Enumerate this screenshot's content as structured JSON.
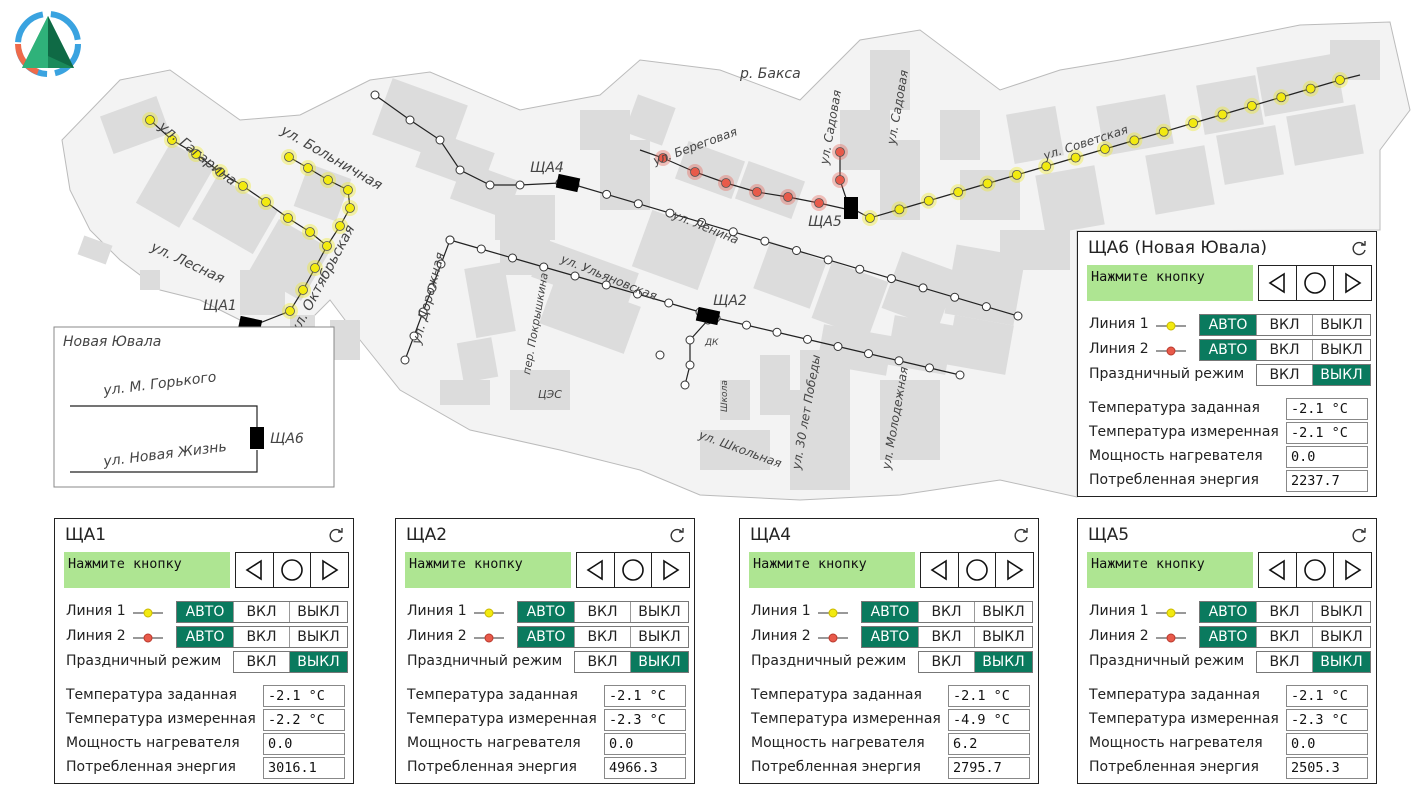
{
  "map_labels": {
    "river": "р. Бакса",
    "gagarina": "ул. Гагарина",
    "bolnichnaya": "ул. Больничная",
    "lesnaya": "ул. Лесная",
    "oktyabrskaya": "ул. Октябрьская",
    "dorozhnaya": "ул. Дорожная",
    "pokryshkina": "пер. Покрышкина",
    "tses": "ЦЭС",
    "ulyanovskaya": "ул. Ульяновская",
    "lenina": "ул. Ленина",
    "beregovaya": "ул. Береговая",
    "sadovaya1": "ул. Садовая",
    "sadovaya2": "ул. Садовая",
    "sovetskaya": "ул. Советская",
    "shkolnaya": "ул. Школьная",
    "pobedy": "ул. 30 лет Победы",
    "molodezhnaya": "ул. Молодежная",
    "dk": "ДК",
    "shkola": "Школа",
    "sha1": "ЩА1",
    "sha2": "ЩА2",
    "sha4": "ЩА4",
    "sha5": "ЩА5"
  },
  "inset": {
    "title": "Новая Ювала",
    "street1": "ул. М. Горького",
    "street2": "ул. Новая Жизнь",
    "box": "ЩА6"
  },
  "colors": {
    "line1": "#f2ea10",
    "line2": "#e85a4a",
    "active": "#0a7a5e",
    "prompt": "#aee592"
  },
  "common": {
    "prompt": "Нажмите кнопку",
    "line1": "Линия 1",
    "line2": "Линия 2",
    "holiday": "Праздничный режим",
    "auto": "АВТО",
    "on": "ВКЛ",
    "off": "ВЫКЛ",
    "t_set": "Температура заданная",
    "t_meas": "Температура измеренная",
    "power": "Мощность нагревателя",
    "energy": "Потребленная энергия",
    "nav_icons": [
      "prev-icon",
      "stop-icon",
      "next-icon"
    ],
    "refresh_icon": "refresh-icon"
  },
  "panels": [
    {
      "title": "ЩА6 (Новая Ювала)",
      "line1_mode": "АВТО",
      "line2_mode": "АВТО",
      "holiday": "ВЫКЛ",
      "t_set": "-2.1 °C",
      "t_meas": "-2.1 °C",
      "power": "0.0",
      "energy": "2237.7"
    },
    {
      "title": "ЩА1",
      "line1_mode": "АВТО",
      "line2_mode": "АВТО",
      "holiday": "ВЫКЛ",
      "t_set": "-2.1 °C",
      "t_meas": "-2.2 °C",
      "power": "0.0",
      "energy": "3016.1"
    },
    {
      "title": "ЩА2",
      "line1_mode": "АВТО",
      "line2_mode": "АВТО",
      "holiday": "ВЫКЛ",
      "t_set": "-2.1 °C",
      "t_meas": "-2.3 °C",
      "power": "0.0",
      "energy": "4966.3"
    },
    {
      "title": "ЩА4",
      "line1_mode": "АВТО",
      "line2_mode": "АВТО",
      "holiday": "ВЫКЛ",
      "t_set": "-2.1 °C",
      "t_meas": "-4.9 °C",
      "power": "6.2",
      "energy": "2795.7"
    },
    {
      "title": "ЩА5",
      "line1_mode": "АВТО",
      "line2_mode": "АВТО",
      "holiday": "ВЫКЛ",
      "t_set": "-2.1 °C",
      "t_meas": "-2.3 °C",
      "power": "0.0",
      "energy": "2505.3"
    }
  ]
}
